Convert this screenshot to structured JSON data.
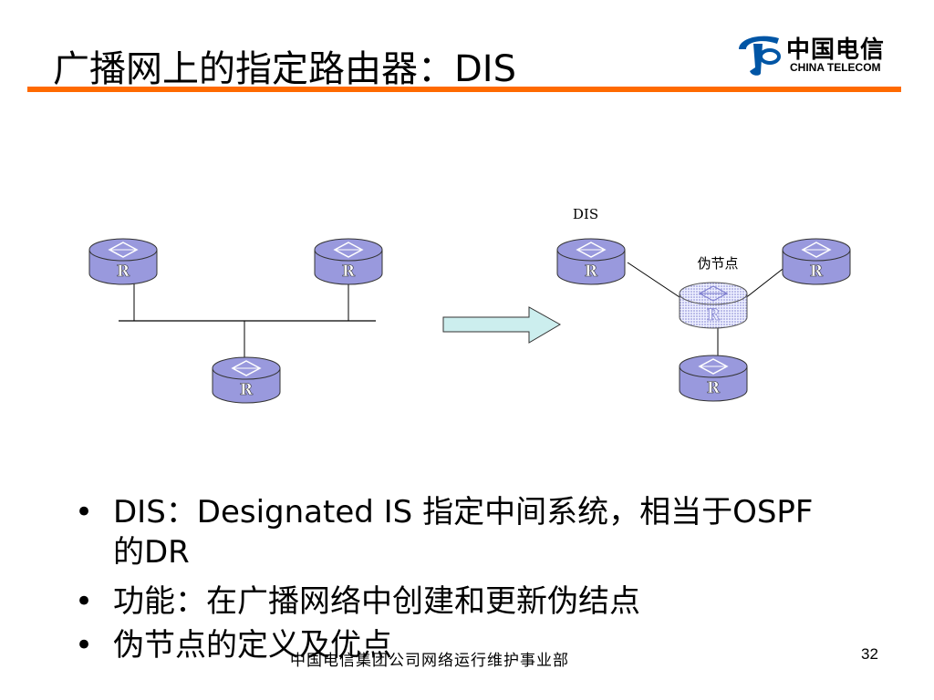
{
  "slide": {
    "title": "广播网上的指定路由器：DIS",
    "accent_color": "#ff6a00"
  },
  "logo": {
    "cn": "中国电信",
    "en": "CHINA TELECOM",
    "icon": "china-telecom-logo-icon"
  },
  "diagram": {
    "router_label": "R",
    "dis_label": "DIS",
    "pseudonode_label": "伪节点",
    "router_color": "#9999dd",
    "arrow_color": "#cceeee"
  },
  "bullets": [
    {
      "marker": "•",
      "text": "DIS：Designated IS 指定中间系统，相当于OSPF的DR"
    },
    {
      "marker": "•",
      "text": "功能：在广播网络中创建和更新伪结点"
    },
    {
      "marker": "•",
      "text": "伪节点的定义及优点"
    }
  ],
  "footer": {
    "text": "中国电信集团公司网络运行维护事业部",
    "page": "32"
  }
}
